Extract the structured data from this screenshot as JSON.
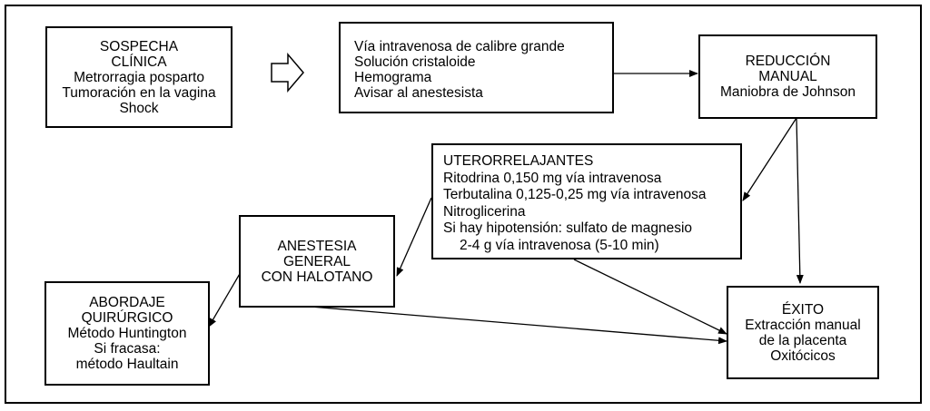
{
  "sospecha": {
    "title1": "SOSPECHA",
    "title2": "CLÍNICA",
    "line1": "Metrorragia posparto",
    "line2": "Tumoración en la vagina",
    "line3": "Shock"
  },
  "medidas": {
    "line1": "Vía intravenosa de calibre grande",
    "line2": "Solución cristaloide",
    "line3": "Hemograma",
    "line4": "Avisar al anestesista"
  },
  "reduccion": {
    "title1": "REDUCCIÓN",
    "title2": "MANUAL",
    "line1": "Maniobra de Johnson"
  },
  "uterorrelajantes": {
    "title": "UTERORRELAJANTES",
    "line1": "Ritodrina 0,150 mg vía intravenosa",
    "line2": "Terbutalina 0,125-0,25 mg vía intravenosa",
    "line3": "Nitroglicerina",
    "line4": "Si hay hipotensión: sulfato de magnesio",
    "line5": "2-4 g vía intravenosa (5-10 min)"
  },
  "anestesia": {
    "line1": "ANESTESIA",
    "line2": "GENERAL",
    "line3": "CON HALOTANO"
  },
  "abordaje": {
    "title1": "ABORDAJE",
    "title2": "QUIRÚRGICO",
    "line1": "Método Huntington",
    "line2": "Si fracasa:",
    "line3": "método Haultain"
  },
  "exito": {
    "title": "ÉXITO",
    "line1": "Extracción manual",
    "line2": "de la placenta",
    "line3": "Oxitócicos"
  }
}
